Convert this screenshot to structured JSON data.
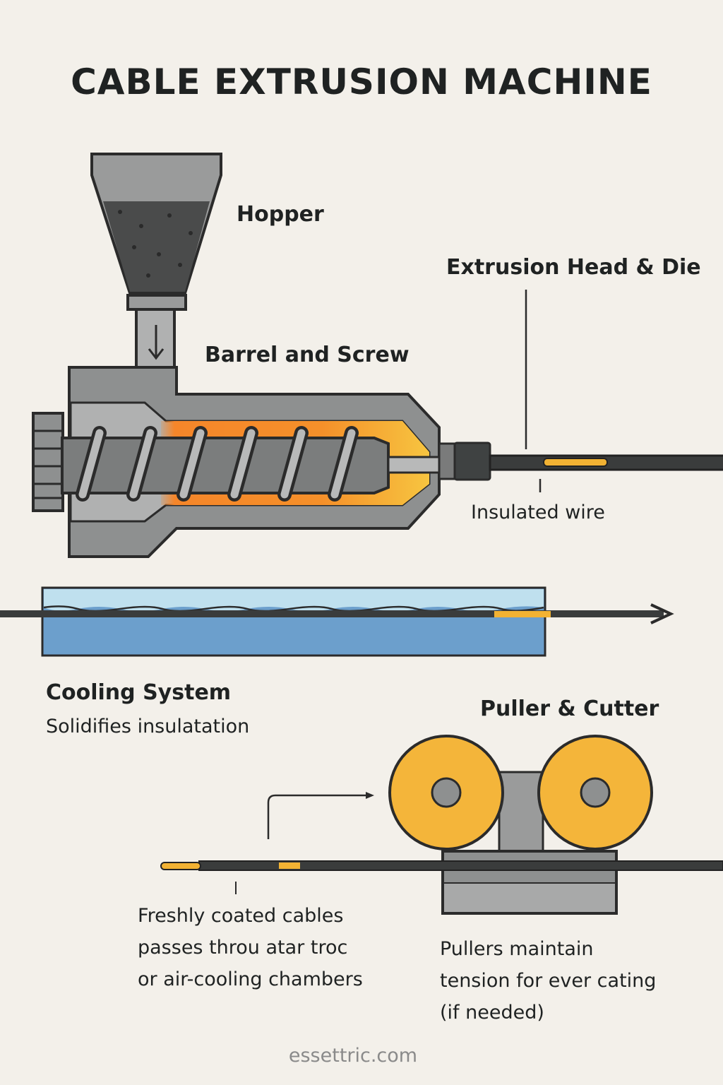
{
  "title": "CABLE EXTRUSION MACHINE",
  "labels": {
    "hopper": "Hopper",
    "extrusion_head": "Extrusion Head & Die",
    "barrel": "Barrel and Screw",
    "insulated_wire": "Insulated wire",
    "cooling_title": "Cooling System",
    "cooling_desc": "Solidifies insulatation",
    "puller_title": "Puller & Cutter"
  },
  "notes": {
    "cables": [
      "Freshly coated cables",
      "passes throu atar troc",
      "or air-cooling chambers"
    ],
    "pullers": [
      "Pullers maintain",
      "tension for ever cating",
      "(if needed)"
    ]
  },
  "footer": "essettric.com",
  "colors": {
    "background": "#f3f0ea",
    "metal": "#8e9090",
    "heat_orange": "#f5862a",
    "heat_yellow": "#f7c040",
    "water": "#6c9fcc",
    "water_top": "#bfe0ee",
    "wheel": "#f4b53a",
    "outline": "#2b2b2b"
  }
}
